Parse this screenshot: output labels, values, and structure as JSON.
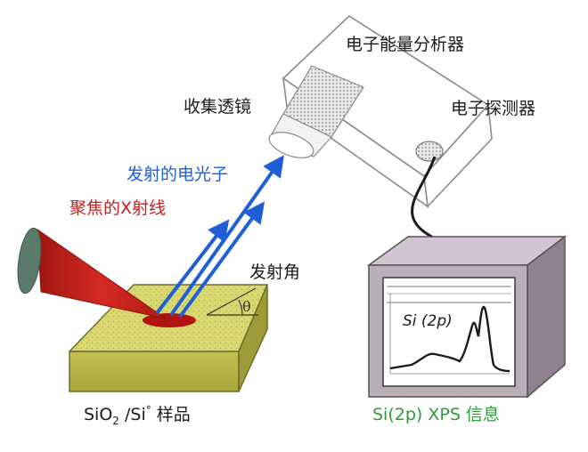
{
  "labels": {
    "analyzer": "电子能量分析器",
    "detector": "电子探测器",
    "lens": "收集透镜",
    "emitted": "发射的电光子",
    "xray": "聚焦的X射线",
    "angle": "发射角",
    "theta": "θ",
    "sample_prefix": "SiO",
    "sample_sub": "2",
    "sample_mid": " /Si",
    "sample_sup": "°",
    "sample_suffix": " 样品",
    "peak": "Si (2p)",
    "xps_info": "Si(2p) XPS 信息"
  },
  "colors": {
    "beam": "#c8201c",
    "electrons": "#1f5fd6",
    "sample_top": "#d9d870",
    "monitor_box": "#b9aeb9",
    "info_text": "#2f9a3a"
  }
}
